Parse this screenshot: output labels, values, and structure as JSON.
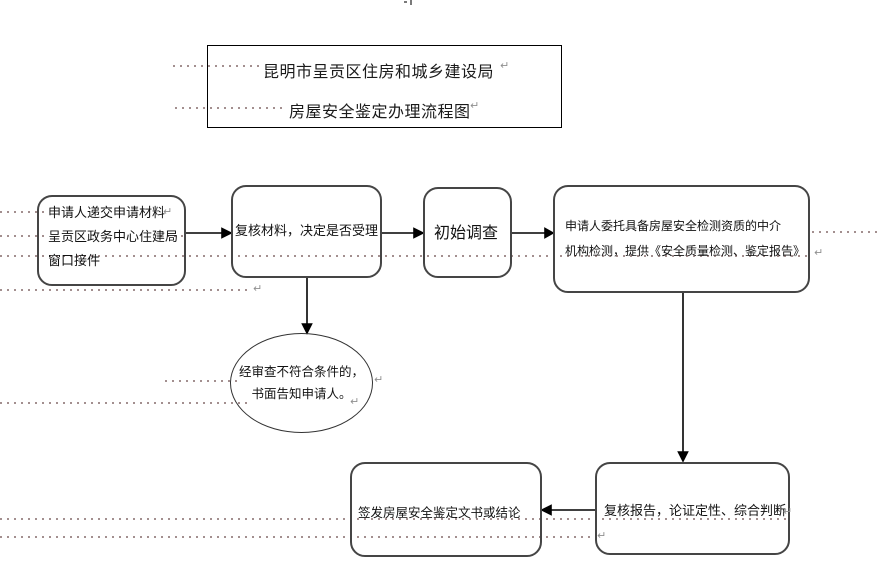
{
  "title_box": {
    "line1": "昆明市呈贡区住房和城乡建设局",
    "line2": "房屋安全鉴定办理流程图"
  },
  "nodes": {
    "submit": {
      "text": "申请人递交申请材料\n呈贡区政务中心住建局\n窗口接件"
    },
    "review_material": {
      "text": "复核材料，决定是否受理"
    },
    "initial_survey": {
      "text": "初始调查"
    },
    "entrust_inspection": {
      "text": "申请人委托具备房屋安全检测资质的中介\n机构检测，提供《安全质量检测、鉴定报告》"
    },
    "reject_notice": {
      "text": "经审查不符合条件的，\n书面告知申请人。"
    },
    "review_report": {
      "text": "复核报告，论证定性、综合判断"
    },
    "issue_document": {
      "text": "签发房屋安全鉴定文书或结论"
    }
  },
  "glyphs": {
    "paragraph_mark": "↵"
  },
  "colors": {
    "node_border": "#454545",
    "ellipse_border": "#333333",
    "title_border": "#000000",
    "connector": "#000000",
    "dotted_leader": "#a38f8f",
    "paragraph_mark": "#8f8f8f"
  }
}
